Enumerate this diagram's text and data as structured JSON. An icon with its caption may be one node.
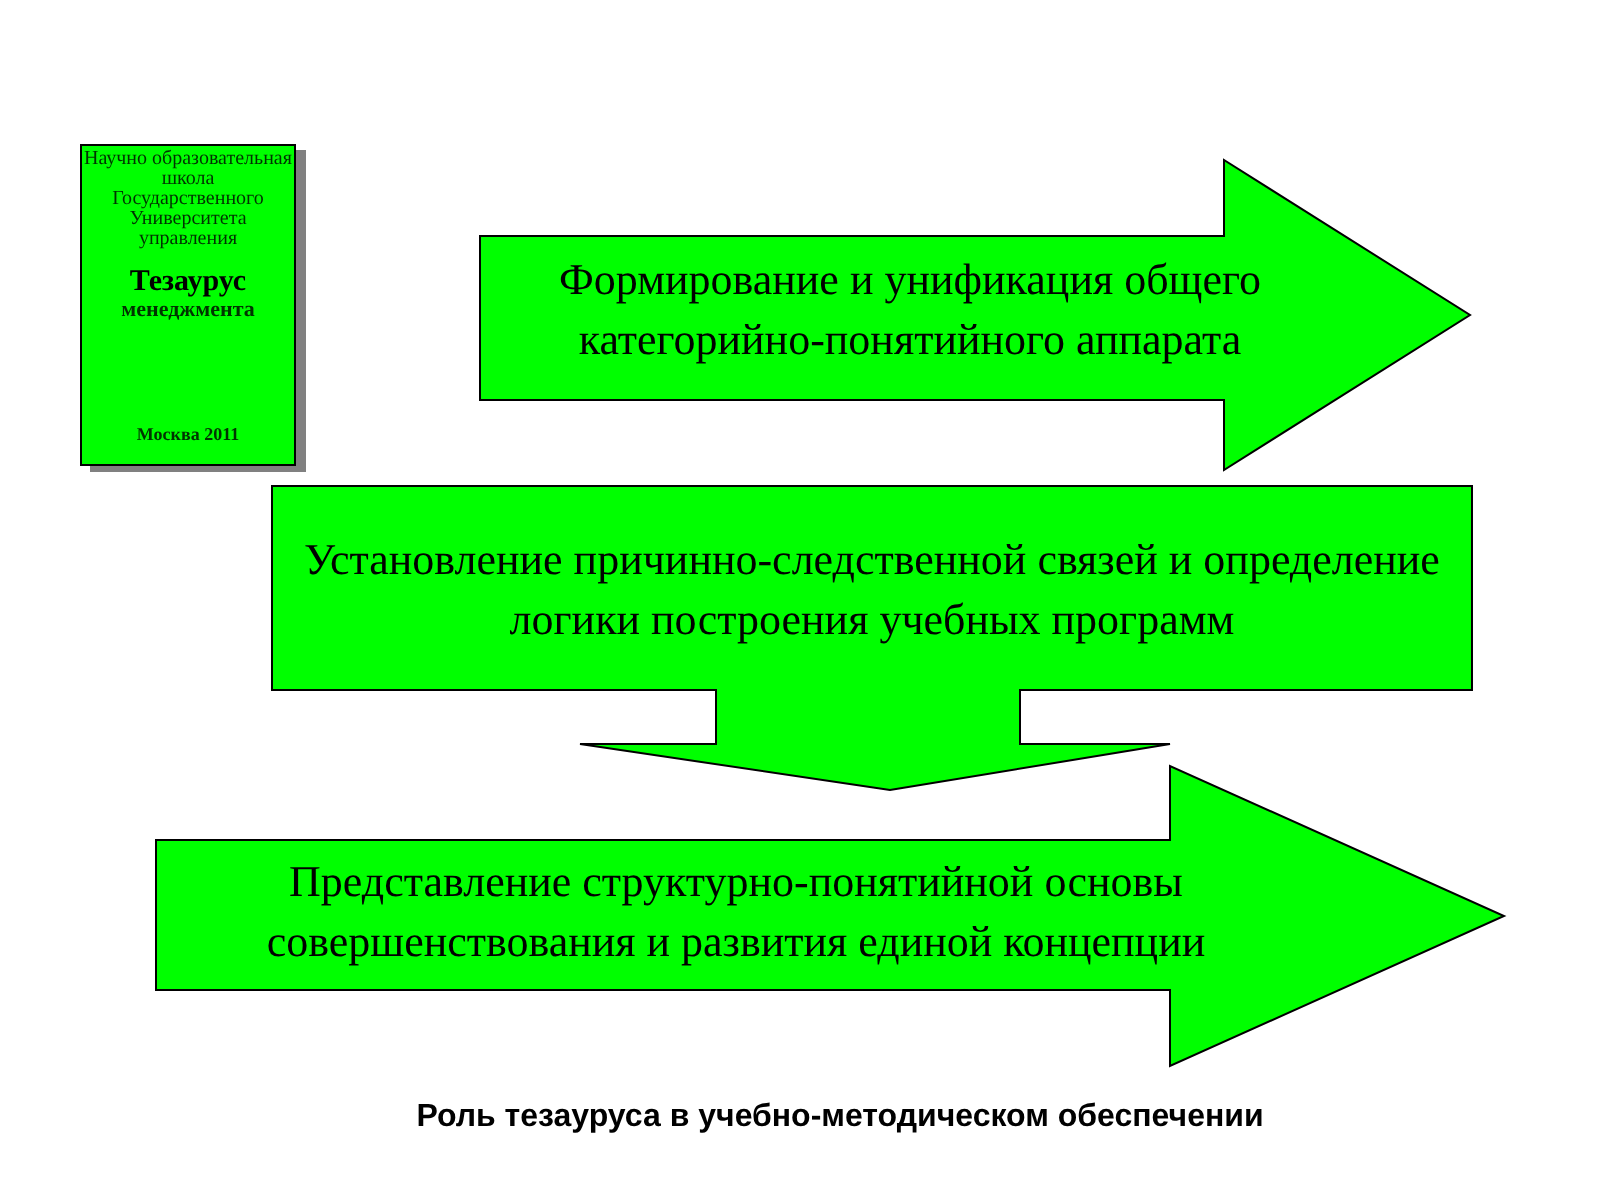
{
  "diagram": {
    "caption": "Роль тезауруса в учебно-методическом обеспечении",
    "nodes": [
      {
        "text": [
          "Научно образовательная школа Государственного Университета управления",
          "Тезаурус",
          "менеджмента",
          "Москва 2011"
        ]
      },
      {
        "text": [
          "Формирование и унификация общего категорийно-понятийного аппарата"
        ]
      },
      {
        "text": [
          "Установление причинно-следственной связей и определение логики построения учебных программ"
        ]
      },
      {
        "text": [
          "Представление структурно-понятийной основы совершенствования и развития единой концепции"
        ]
      }
    ]
  }
}
